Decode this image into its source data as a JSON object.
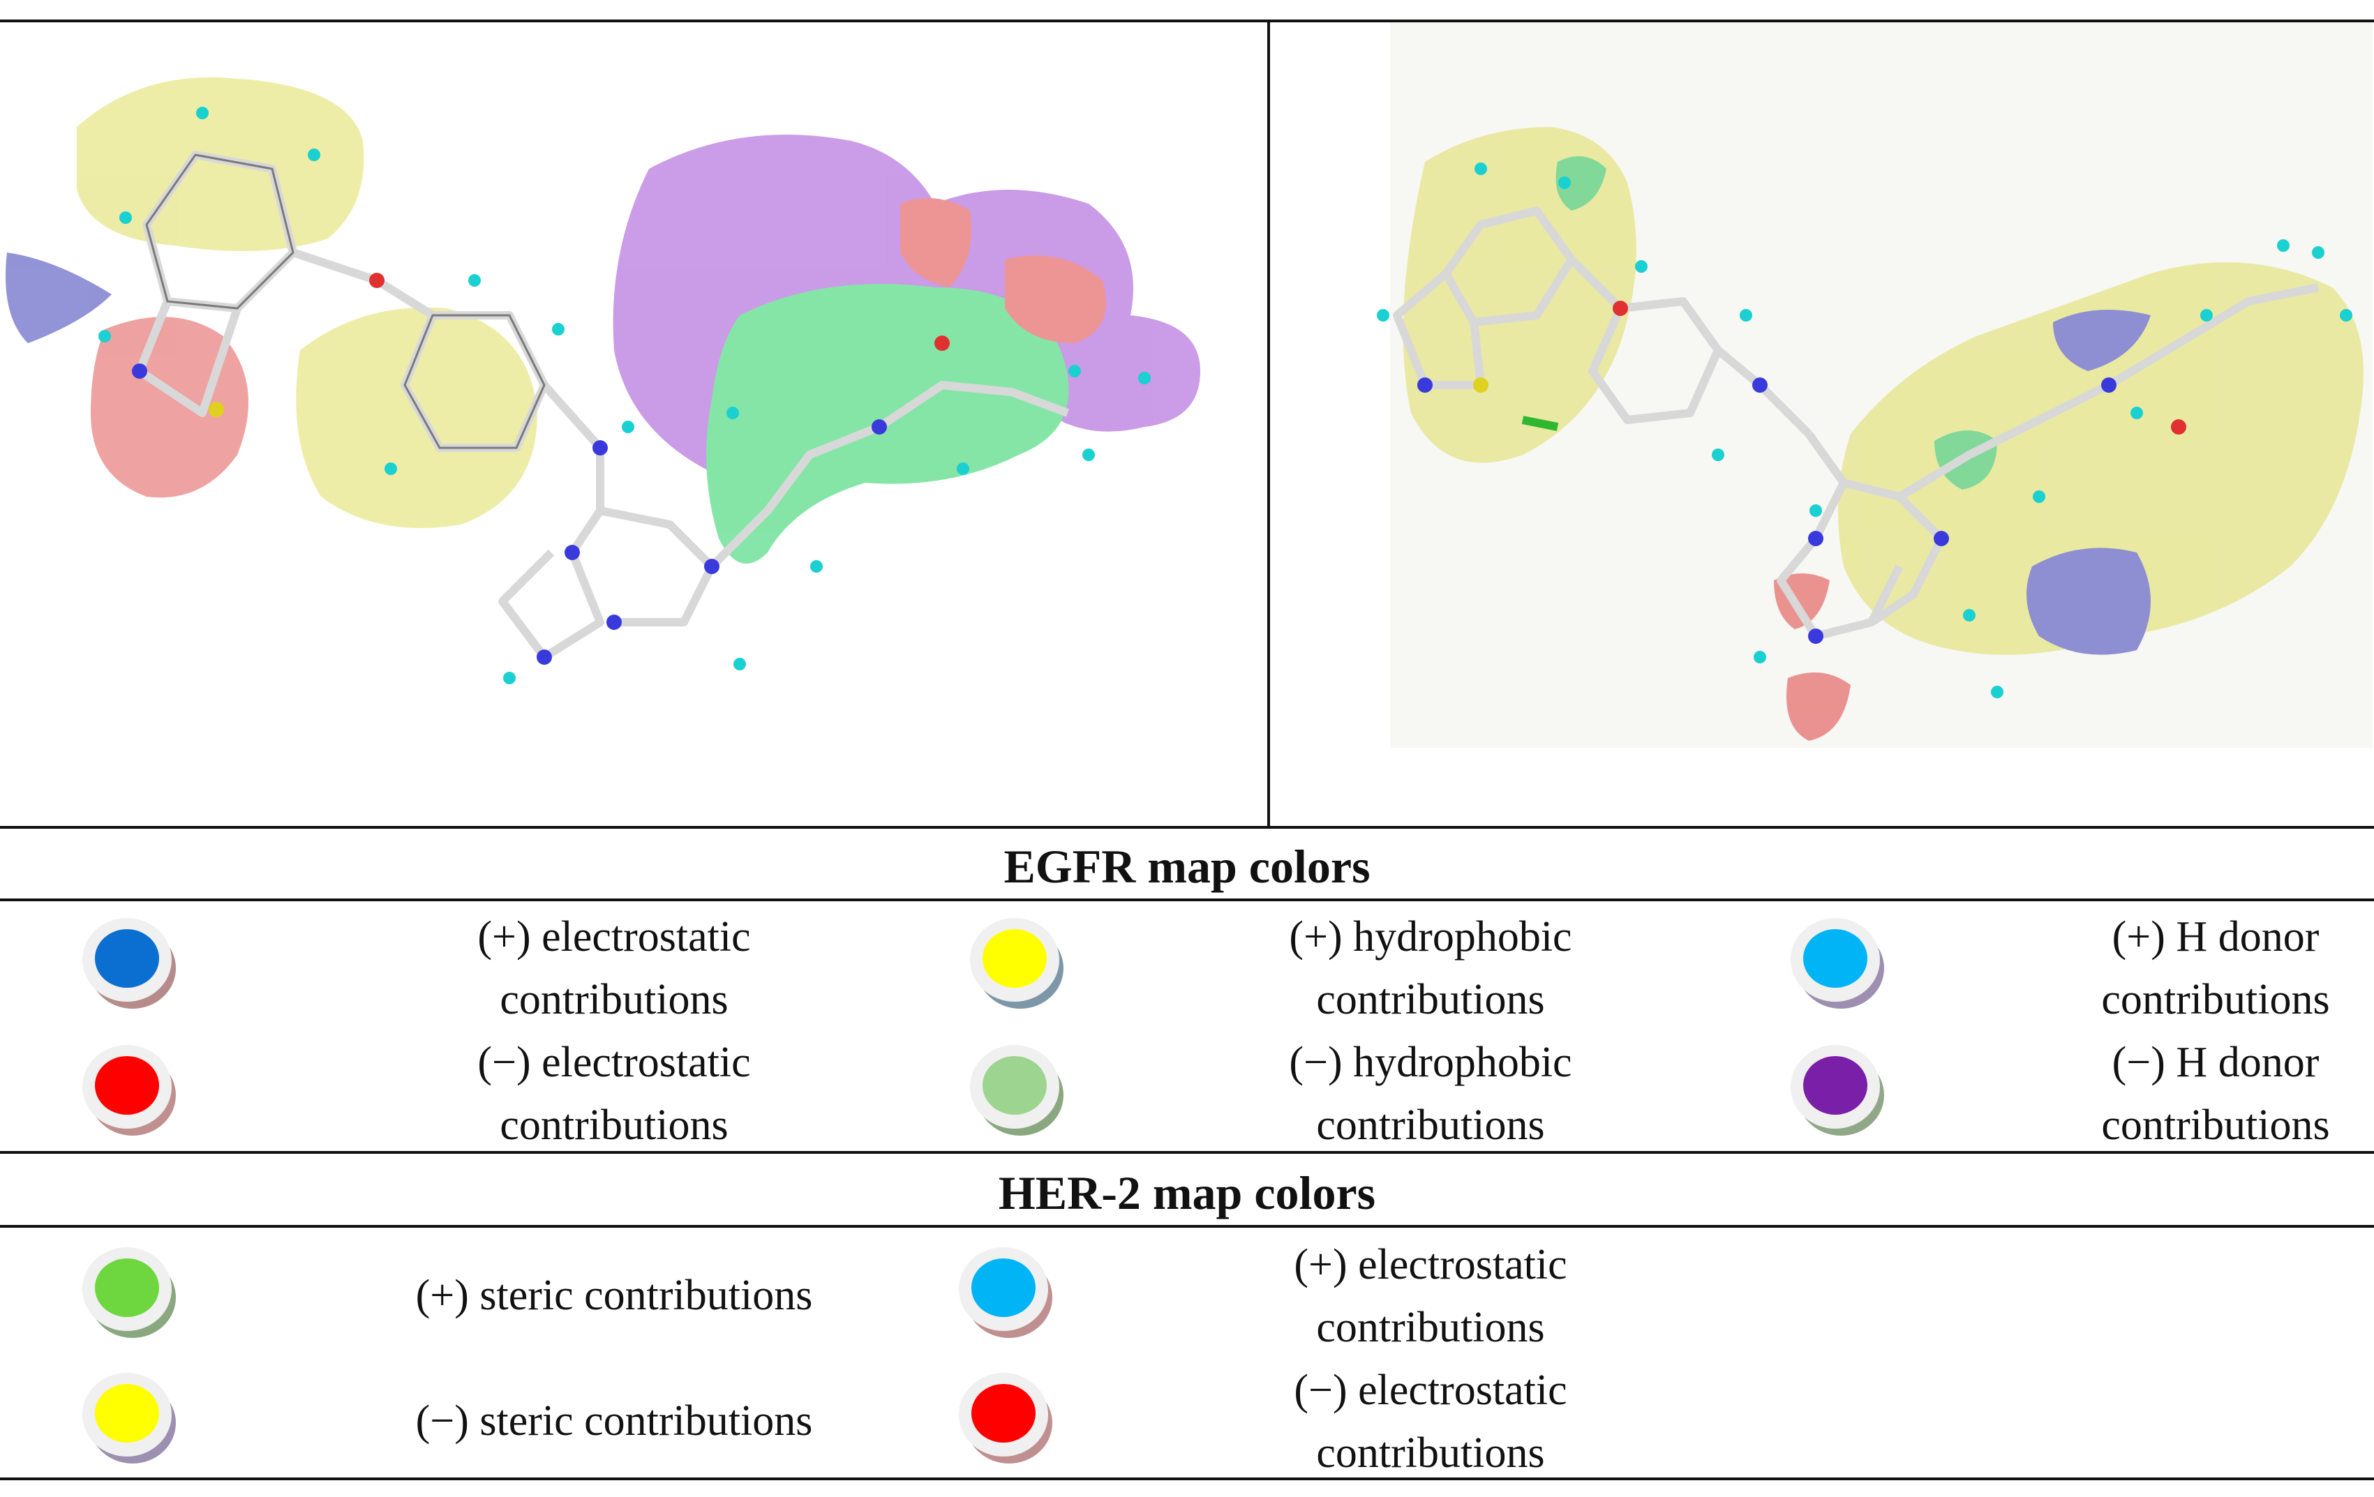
{
  "egfr_section": {
    "title": "EGFR map colors",
    "items": [
      {
        "label": "(+) electrostatic contributions",
        "color": "#0a6fd0",
        "shadow": "#b58b8b"
      },
      {
        "label": "(+) hydrophobic contributions",
        "color": "#ffff00",
        "shadow": "#7d97a8"
      },
      {
        "label": "(+) H donor contributions",
        "color": "#00b4f5",
        "shadow": "#9c8fb0"
      },
      {
        "label": "(−) electrostatic contributions",
        "color": "#ff0000",
        "shadow": "#c09090"
      },
      {
        "label": "(−) hydrophobic contributions",
        "color": "#9dd490",
        "shadow": "#8aa880"
      },
      {
        "label": "(−) H donor contributions",
        "color": "#7a1fa8",
        "shadow": "#90a888"
      }
    ]
  },
  "her2_section": {
    "title": "HER-2 map colors",
    "items": [
      {
        "label": "(+) steric contributions",
        "color": "#6ed63e",
        "shadow": "#8aa880"
      },
      {
        "label": "(+) electrostatic contributions",
        "color": "#00b4f5",
        "shadow": "#c09090"
      },
      {
        "label": "(−) steric contributions",
        "color": "#ffff00",
        "shadow": "#9c8fb0"
      },
      {
        "label": "(−) electrostatic contributions",
        "color": "#ff0000",
        "shadow": "#c09090"
      }
    ]
  }
}
